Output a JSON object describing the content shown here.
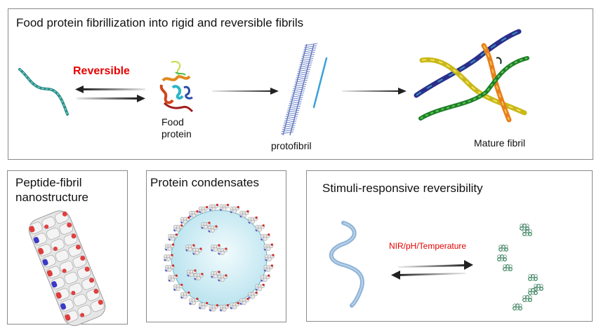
{
  "top_panel": {
    "title": "Food protein fibrillization into rigid and reversible fibrils",
    "reversible_label": "Reversible",
    "food_protein_label_line1": "Food",
    "food_protein_label_line2": "protein",
    "protofibril_label": "protofibril",
    "mature_fibril_label": "Mature fibril"
  },
  "peptide_panel": {
    "title_line1": "Peptide-fibril",
    "title_line2": "nanostructure"
  },
  "condensate_panel": {
    "title": "Protein condensates"
  },
  "stimuli_panel": {
    "title": "Stimuli-responsive reversibility",
    "stimuli_label": "NIR/pH/Temperature"
  },
  "colors": {
    "accent_red": "#e60000",
    "border": "#8a8a8a",
    "arrow": "#222222"
  }
}
